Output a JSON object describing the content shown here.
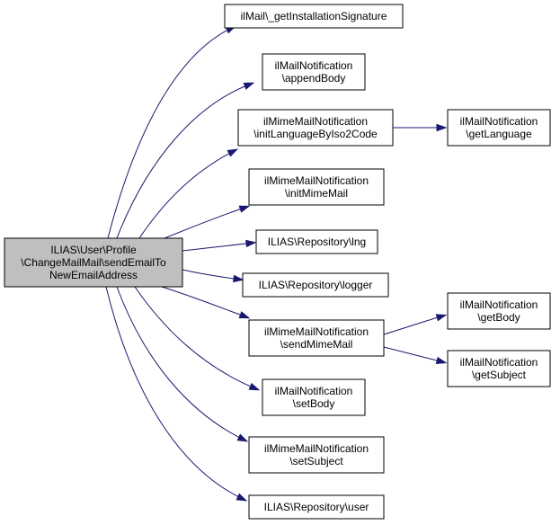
{
  "colors": {
    "edge": "#191970",
    "root_fill": "#bfbfbf",
    "node_fill": "#ffffff",
    "border": "#000000"
  },
  "nodes": {
    "root": {
      "lines": [
        "ILIAS\\User\\Profile",
        "\\ChangeMailMail\\sendEmailTo",
        "NewEmailAddress"
      ]
    },
    "getInstallationSignature": {
      "lines": [
        "ilMail\\_getInstallationSignature"
      ]
    },
    "appendBody": {
      "lines": [
        "ilMailNotification",
        "\\appendBody"
      ]
    },
    "initLanguageByIso2Code": {
      "lines": [
        "ilMimeMailNotification",
        "\\initLanguageByIso2Code"
      ]
    },
    "getLanguage": {
      "lines": [
        "ilMailNotification",
        "\\getLanguage"
      ]
    },
    "initMimeMail": {
      "lines": [
        "ilMimeMailNotification",
        "\\initMimeMail"
      ]
    },
    "lng": {
      "lines": [
        "ILIAS\\Repository\\lng"
      ]
    },
    "logger": {
      "lines": [
        "ILIAS\\Repository\\logger"
      ]
    },
    "sendMimeMail": {
      "lines": [
        "ilMimeMailNotification",
        "\\sendMimeMail"
      ]
    },
    "getBody": {
      "lines": [
        "ilMailNotification",
        "\\getBody"
      ]
    },
    "getSubject": {
      "lines": [
        "ilMailNotification",
        "\\getSubject"
      ]
    },
    "setBody": {
      "lines": [
        "ilMailNotification",
        "\\setBody"
      ]
    },
    "setSubject": {
      "lines": [
        "ilMimeMailNotification",
        "\\setSubject"
      ]
    },
    "user": {
      "lines": [
        "ILIAS\\Repository\\user"
      ]
    }
  },
  "edges": [
    [
      "root",
      "getInstallationSignature"
    ],
    [
      "root",
      "appendBody"
    ],
    [
      "root",
      "initLanguageByIso2Code"
    ],
    [
      "root",
      "initMimeMail"
    ],
    [
      "root",
      "lng"
    ],
    [
      "root",
      "logger"
    ],
    [
      "root",
      "sendMimeMail"
    ],
    [
      "root",
      "setBody"
    ],
    [
      "root",
      "setSubject"
    ],
    [
      "root",
      "user"
    ],
    [
      "initLanguageByIso2Code",
      "getLanguage"
    ],
    [
      "sendMimeMail",
      "getBody"
    ],
    [
      "sendMimeMail",
      "getSubject"
    ]
  ]
}
